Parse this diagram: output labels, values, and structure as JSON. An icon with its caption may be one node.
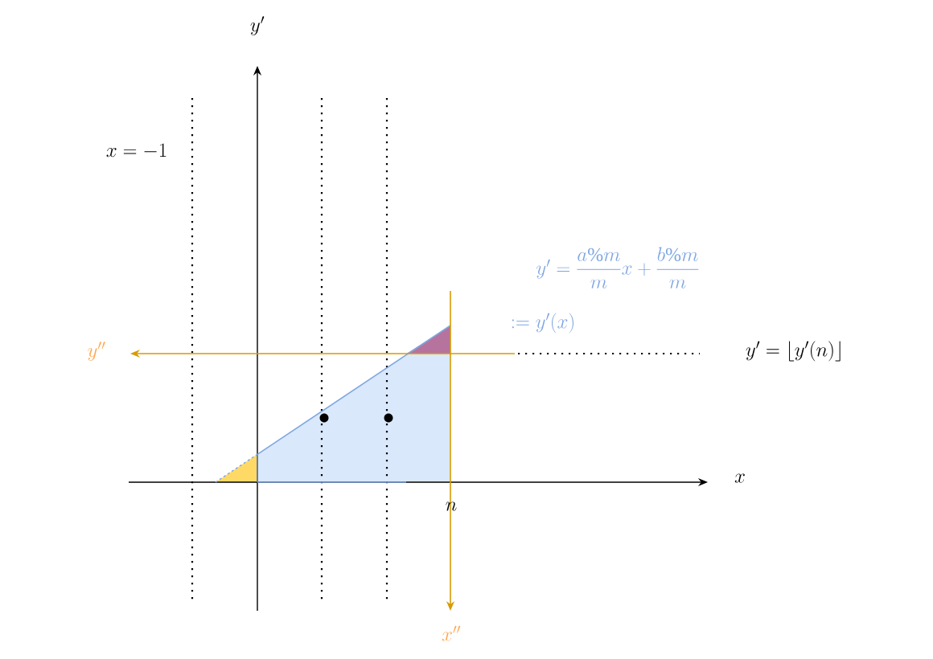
{
  "diagram": {
    "labels": [
      "y'",
      "x = -1",
      "y' = \\dfrac{a\\%m}{m}x + \\dfrac{b\\%m}{m}",
      ":= y'(x)",
      "y''",
      "y' = \\lfloor y'(n) \\rfloor",
      "x",
      "n",
      "x''"
    ]
  }
}
